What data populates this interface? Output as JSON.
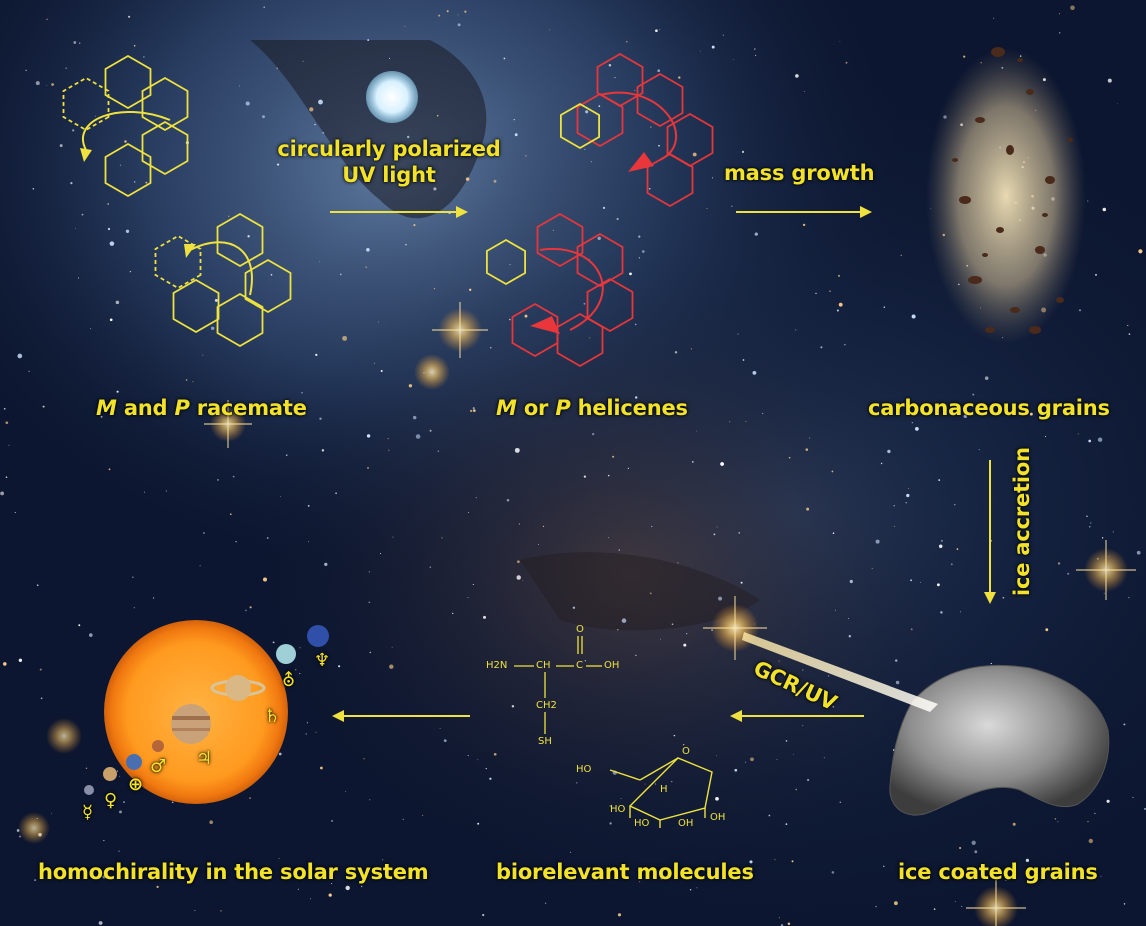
{
  "colors": {
    "label": "#f2e22a",
    "racemate_structure": "#efe23e",
    "helicene_red": "#e8363a",
    "sun": "#ff9a1f",
    "space": "#0c1630"
  },
  "labels": {
    "cpl_line1": "circularly polarized",
    "cpl_line2": "UV light",
    "mass_growth": "mass growth",
    "racemate_M": "M",
    "racemate_rest": " and ",
    "racemate_P": "P",
    "racemate_tail": " racemate",
    "helicenes_M": "M",
    "helicenes_or": " or ",
    "helicenes_P": "P",
    "helicenes_tail": " helicenes",
    "carbonaceous_grains": "carbonaceous grains",
    "ice_accretion": "ice accretion",
    "gcr_uv": "GCR/UV",
    "homochirality": "homochirality in the solar system",
    "biorelevant": "biorelevant molecules",
    "ice_coated": "ice coated grains"
  },
  "cysteine": {
    "h2n": "H2N",
    "ch": "CH",
    "c": "C",
    "o": "O",
    "oh": "OH",
    "ch2": "CH2",
    "sh": "SH"
  },
  "sugar": {
    "ho1": "HO",
    "ho2": "HO",
    "ho3": "HO",
    "oh1": "OH",
    "oh2": "OH",
    "o_ring": "O",
    "h": "H"
  },
  "planet_symbols": {
    "mercury": "☿",
    "venus": "♀",
    "earth": "⊕",
    "mars": "♂",
    "jupiter": "♃",
    "saturn": "♄",
    "uranus": "⛢",
    "neptune": "♆"
  }
}
